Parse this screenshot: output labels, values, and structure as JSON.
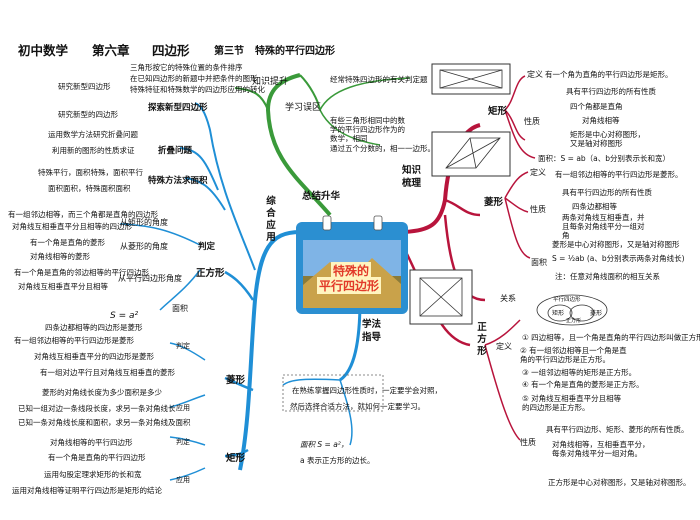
{
  "header": {
    "subject": "初中数学",
    "chapter": "第六章",
    "chapter_name": "四边形",
    "section": "第三节",
    "section_name": "特殊的平行四边形"
  },
  "center": {
    "title_line1": "特殊的",
    "title_line2": "平行四边形"
  },
  "branches": {
    "summary": "总结升华",
    "knowledge_combing": "知识梳理",
    "comprehensive": "综合应用",
    "method": "学法指导"
  },
  "summary": {
    "knowledge_up": "知识提升",
    "study_area": "学习误区",
    "knowledge_items": [
      "三角形按它的特殊位置的条件排序",
      "在已知四边形的新题中并把条件的图形",
      "特殊特征和特殊数学的四边形应用的转化"
    ],
    "study_items": [
      "经常特殊四边形的有关判定题",
      "有些三角形相同中的数学的平行四边形作为的数学，相同",
      "通过五个分数的，相一一边形。"
    ]
  },
  "comprehensive": {
    "explore": "探索新型四边形",
    "explore_items": [
      "研究新型四边形",
      "研究新型的四边形"
    ],
    "fold": "折叠问题",
    "fold_items": [
      "运用数学方法研究折叠问题",
      "利用新的图形的性质求证"
    ],
    "special_method": "特殊方法求面积",
    "special_items": [
      "特殊平行，面积特殊，面积平行",
      "面积面积，特殊面积面积"
    ],
    "square": "正方形",
    "judge": "判定",
    "from_rect": "从矩形的角度",
    "from_rect_items": [
      "有一组邻边相等，而三个角都是直角的四边形",
      "对角线互相垂直平分且相等的四边形"
    ],
    "from_rhombus": "从菱形的角度",
    "from_rhombus_items": [
      "有一个角是直角的菱形",
      "对角线相等的菱形"
    ],
    "from_para": "从平行四边形角度",
    "from_para_items": [
      "有一个角是直角的邻边相等的平行四边形",
      "对角线互相垂直平分且相等"
    ],
    "area_label": "面积",
    "square_area": "S = a²",
    "rhombus": "菱形",
    "rhombus_judge": "判定",
    "rhombus_judge_items": [
      "四条边都相等的四边形是菱形",
      "有一组邻边相等的平行四边形是菱形",
      "对角线互相垂直平分的四边形是菱形",
      "有一组对边平行且对角线互相垂直的菱形"
    ],
    "rhombus_apply": "应用",
    "rhombus_apply_items": [
      "菱形的对角线长度为多少面积是多少",
      "已知一组对边一条线段长度，求另一条对角线长",
      "已知一条对角线长度和面积，求另一条对角线及面积"
    ],
    "rect": "矩形",
    "rect_judge": "判定",
    "rect_judge_items": [
      "对角线相等的平行四边形",
      "有一个角是直角的平行四边形"
    ],
    "rect_apply": "应用",
    "rect_apply_items": [
      "运用勾股定理求矩形的长和宽",
      "运用对角线相等证明平行四边形是矩形的结论"
    ]
  },
  "knowledge": {
    "rect": "矩形",
    "rect_def": "定义",
    "rect_def_text": "有一个角为直角的平行四边形是矩形。",
    "rect_prop": "性质",
    "rect_prop_items": [
      "具有平行四边形的所有性质",
      "四个角都是直角",
      "对角线相等",
      "矩形是中心对称图形，又是轴对称图形"
    ],
    "rect_area": "面积：S = ab（a、b分别表示长和宽）",
    "rhombus": "菱形",
    "rhombus_def": "定义",
    "rhombus_def_text": "有一组邻边相等的平行四边形是菱形。",
    "rhombus_prop": "性质",
    "rhombus_prop_items": [
      "具有平行四边形的所有性质",
      "四条边都相等",
      "两条对角线互相垂直，并且每条对角线平分一组对角",
      "菱形是中心对称图形，又是轴对称图形"
    ],
    "rhombus_area_label": "面积",
    "rhombus_area": "S = ½ab (a、b分别表示两条对角线长)",
    "rhombus_note": "注：任意对角线面积的相互关系",
    "relation": "关系",
    "relation_items": [
      "平行四边形",
      "矩形",
      "菱形",
      "正方形"
    ],
    "square": "正方形",
    "square_def": "定义",
    "square_def_items": [
      "① 四边相等，且一个角是直角的平行四边形叫做正方形。",
      "② 有一组邻边相等且一个角是直角的平行四边形是正方形。",
      "③ 一组邻边相等的矩形是正方形。",
      "④ 有一个角是直角的菱形是正方形。",
      "⑤ 对角线互相垂直平分且相等的四边形是正方形。"
    ],
    "square_prop": "性质",
    "square_prop_items": [
      "具有平行四边形、矩形、菱形的所有性质。",
      "对角线相等，互相垂直平分，每条对角线平分一组对角。",
      "正方形是中心对称图形，又是轴对称图形。"
    ]
  },
  "method": {
    "text1": "在熟练掌握四边形性质时，一定要学会对照，",
    "text2": "然后选择合适方法，就如何一定要学习。",
    "area_formula": "面积 S = a²，",
    "area_note": "a 表示正方形的边长。"
  },
  "colors": {
    "summary": "#3a9a3a",
    "knowledge": "#b8143c",
    "comprehensive": "#1f8fd6",
    "method": "#1f8fd6",
    "center_frame": "#2b8fd1"
  }
}
